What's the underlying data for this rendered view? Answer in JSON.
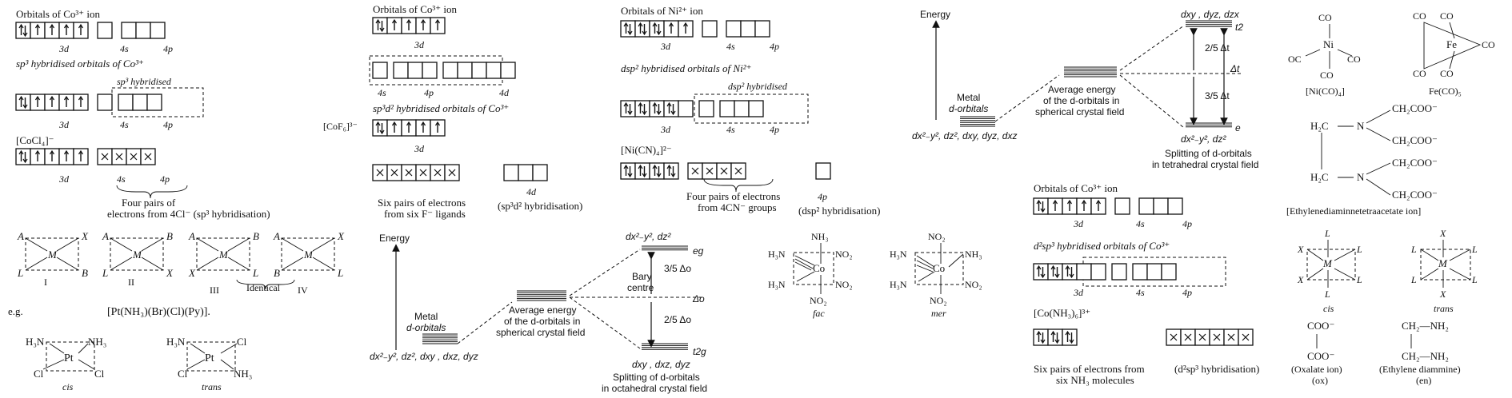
{
  "co_tetra": {
    "title": "Orbitals of Co³⁺ ion",
    "sp3_label": "sp³ hybridised orbitals of Co³⁺",
    "sp3_hybridised": "sp³ hybridised",
    "complex": "[CoCl₄]⁻",
    "pairs_note_1": "Four pairs of",
    "pairs_note_2": "electrons from 4Cl⁻ (sp³ hybridisation)",
    "orb_3d": "3d",
    "orb_4s": "4s",
    "orb_4p": "4p"
  },
  "isomers": {
    "labels": [
      "I",
      "II",
      "III",
      "IV"
    ],
    "identical": "Identical",
    "eg": "e.g.",
    "example": "[Pt(NH₃)(Br)(Cl)(Py)].",
    "cis": "cis",
    "trans": "trans"
  },
  "co_octa": {
    "title": "Orbitals of Co³⁺ ion",
    "complex": "[CoF₆]³⁻",
    "hyb_label": "sp³d² hybridised orbitals of Co³⁺",
    "pairs_1": "Six pairs of electrons",
    "pairs_2": "from six F⁻ ligands",
    "hyb_note": "(sp³d² hybridisation)",
    "orb_3d": "3d",
    "orb_4s": "4s",
    "orb_4p": "4p",
    "orb_4d": "4d"
  },
  "ni_dsp2": {
    "title": "Orbitals of Ni²⁺ ion",
    "hyb_label": "dsp² hybridised orbitals of Ni²⁺",
    "hyb_box": "dsp² hybridised",
    "complex": "[Ni(CN)₄]²⁻",
    "pairs_1": "Four pairs of electrons",
    "pairs_2": "from 4CN⁻ groups",
    "hyb_note": "(dsp² hybridisation)",
    "orb_3d": "3d",
    "orb_4s": "4s",
    "orb_4p": "4p"
  },
  "octa_field": {
    "energy": "Energy",
    "metal_1": "Metal",
    "metal_2": "d-orbitals",
    "metal_orbitals": "dx²₋y², dz², dxy , dxz, dyz",
    "avg_1": "Average energy",
    "avg_2": "of the d-orbitals in",
    "avg_3": "spherical crystal field",
    "bary_1": "Bary",
    "bary_2": "centre",
    "eg_orbitals": "dx²₋y², dz²",
    "eg": "eg",
    "t2g_orbitals": "dxy , dxz, dyz",
    "t2g": "t2g",
    "delta": "Δo",
    "three_fifths": "3/5 Δo",
    "two_fifths": "2/5 Δo",
    "caption_1": "Splitting of d-orbitals",
    "caption_2": "in octahedral crystal field"
  },
  "fac_mer": {
    "fac": "fac",
    "mer": "mer",
    "nh3": "NH₃",
    "h3n": "H₃N",
    "no2": "NO₂",
    "co": "Co"
  },
  "tetra_field": {
    "energy": "Energy",
    "metal_1": "Metal",
    "metal_2": "d-orbitals",
    "metal_orbitals": "dx²₋y², dz², dxy, dyz, dxz",
    "avg_1": "Average energy",
    "avg_2": "of the d-orbitals in",
    "avg_3": "spherical crystal field",
    "t2_orbitals": "dxy , dyz, dzx",
    "t2": "t2",
    "e_orbitals": "dx²₋y², dz²",
    "e": "e",
    "delta": "Δt",
    "two_fifths": "2/5 Δt",
    "three_fifths": "3/5 Δt",
    "caption_1": "Splitting of d-orbitals",
    "caption_2": "in tetrahedral crystal field"
  },
  "co_nh3": {
    "title": "Orbitals of Co³⁺ ion",
    "hyb_label": "d²sp³ hybridised orbitals of Co³⁺",
    "complex": "[Co(NH₃)₆]³⁺",
    "pairs_1": "Six pairs of electrons from",
    "pairs_2": "six NH₃ molecules",
    "hyb_note": "(d²sp³ hybridisation)",
    "orb_3d": "3d",
    "orb_4s": "4s",
    "orb_4p": "4p"
  },
  "carbonyls": {
    "ni_formula": "[Ni(CO)₄]",
    "fe_formula": "Fe(CO)₅",
    "co": "CO",
    "oc": "OC",
    "ni": "Ni",
    "fe": "Fe"
  },
  "edta": {
    "h2c": "H₂C",
    "n": "N",
    "ch2coo": "CH₂COO⁻",
    "caption": "[Ethylenediaminnetetraacetate ion]"
  },
  "cis_trans_ml": {
    "cis": "cis",
    "trans": "trans",
    "L": "L",
    "X": "X",
    "M": "M"
  },
  "ligands": {
    "coo": "COO⁻",
    "oxalate_1": "(Oxalate ion)",
    "oxalate_2": "(ox)",
    "ch2nh2": "CH₂—NH₂",
    "en_1": "(Ethylene diammine)",
    "en_2": "(en)"
  }
}
